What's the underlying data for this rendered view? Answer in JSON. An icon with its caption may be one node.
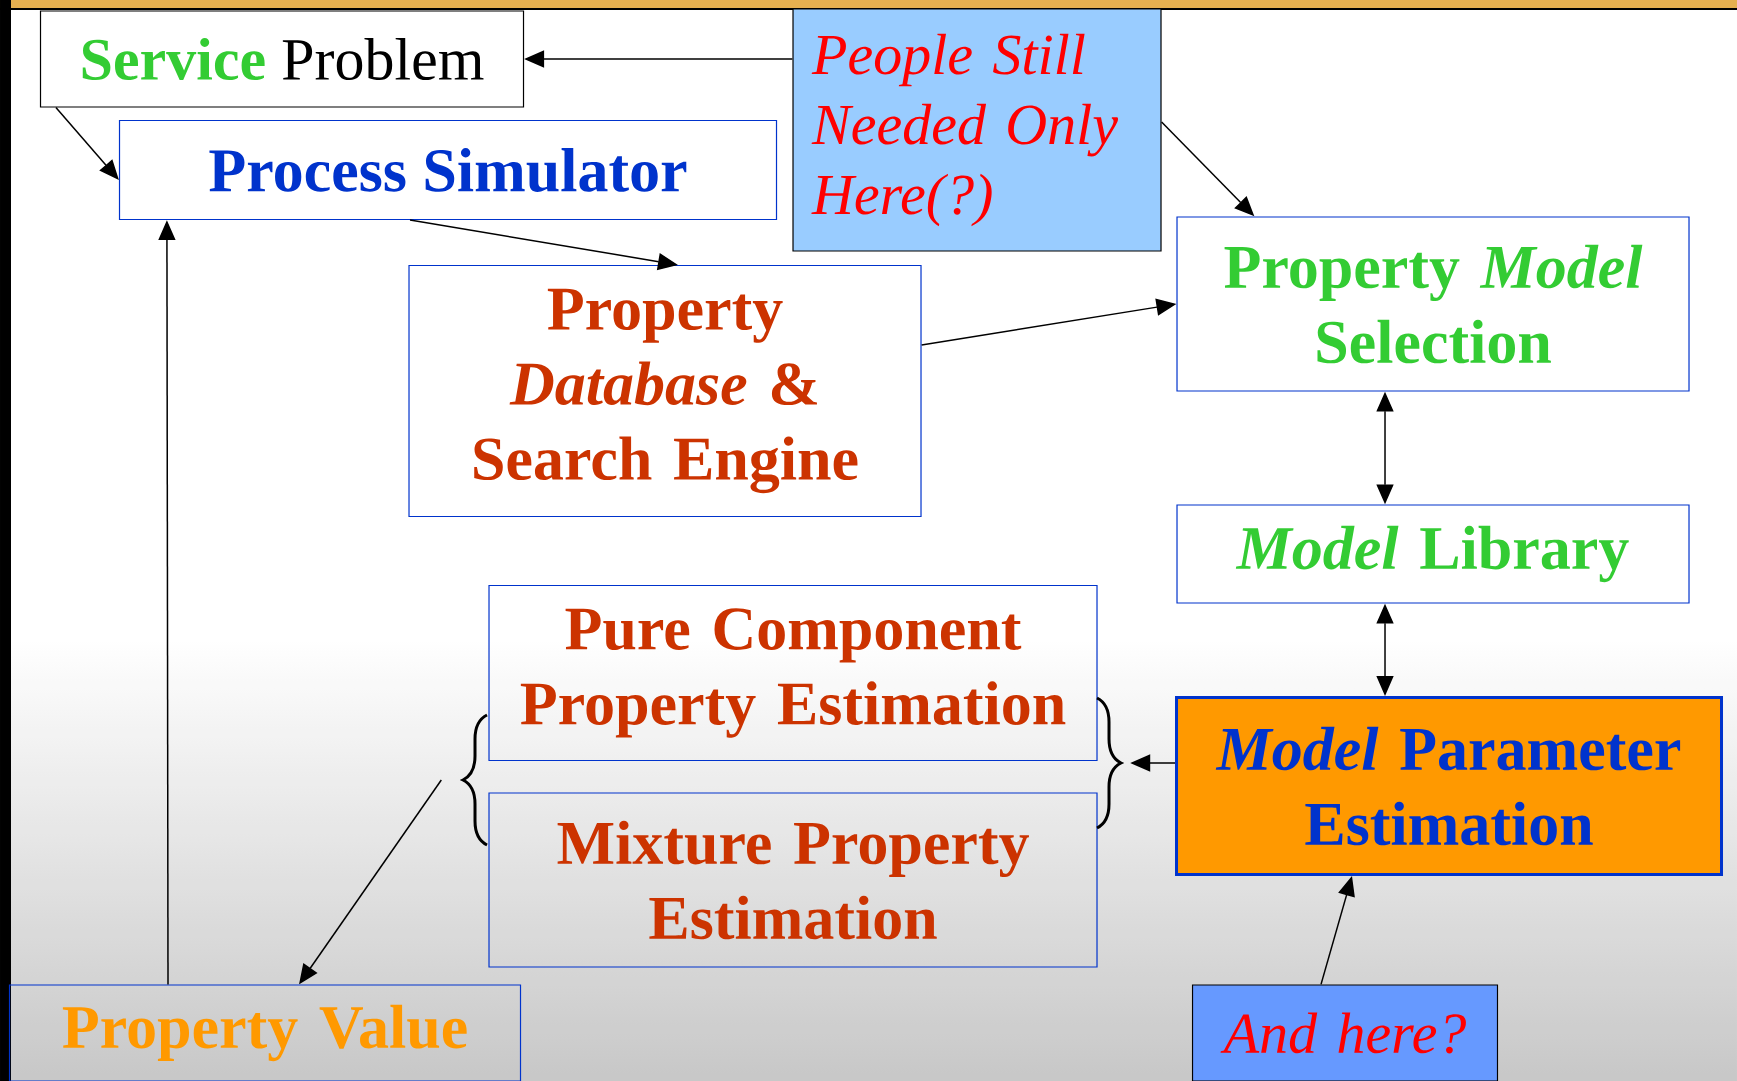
{
  "diagram": {
    "nodes": [
      {
        "text": [
          "Service",
          "Problem"
        ]
      },
      {
        "text": [
          "Process Simulator"
        ]
      },
      {
        "text": [
          "People Still Needed Only Here(?)"
        ]
      },
      {
        "text": [
          "Property *Model* Selection"
        ]
      },
      {
        "text": [
          "Property *Database* & Search Engine"
        ]
      },
      {
        "text": [
          "*Model* Library"
        ]
      },
      {
        "text": [
          "Pure Component Property Estimation"
        ]
      },
      {
        "text": [
          "Mixture Property Estimation"
        ]
      },
      {
        "text": [
          "*Model* Parameter Estimation"
        ]
      },
      {
        "text": [
          "Property Value"
        ]
      },
      {
        "text": [
          "And here?"
        ]
      },
      {
        "text": [],
        "shape": "brace"
      },
      {
        "text": [],
        "shape": "brace"
      }
    ],
    "edges": [
      {
        "from": 2,
        "to": 0,
        "arrow": "to"
      },
      {
        "from": 0,
        "to": 1,
        "arrow": "to"
      },
      {
        "from": 1,
        "to": 4,
        "arrow": "to"
      },
      {
        "from": 2,
        "to": 3,
        "arrow": "to"
      },
      {
        "from": 4,
        "to": 3,
        "arrow": "to"
      },
      {
        "from": 3,
        "to": 5,
        "arrow": "both"
      },
      {
        "from": 5,
        "to": 8,
        "arrow": "both"
      },
      {
        "from": 8,
        "to": 12,
        "arrow": "to"
      },
      {
        "from": 11,
        "to": 9,
        "arrow": "to"
      },
      {
        "from": 9,
        "to": 1,
        "arrow": "to"
      },
      {
        "from": 10,
        "to": 8,
        "arrow": "to"
      }
    ]
  }
}
